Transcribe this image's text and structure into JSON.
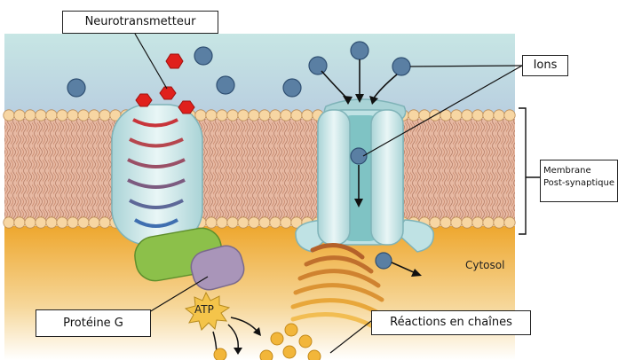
{
  "labels": {
    "neurotransmitter": "Neurotransmetteur",
    "ions": "Ions",
    "membrane_line1": "Membrane",
    "membrane_line2": "Post-synaptique",
    "cytosol": "Cytosol",
    "g_protein": "Protéine G",
    "atp": "ATP",
    "chain_reactions": "Réactions en chaînes"
  },
  "colors": {
    "extracellular": "#c6e3e3",
    "cytosol": "#f0b53a",
    "lipid_head": "#f7d6a3",
    "lipid_tail": "#e0a27d",
    "neurotransmitter": "#e0201c",
    "ion": "#5a7fa3",
    "receptor": "#cfe9ea",
    "g_protein": "#8cc04a",
    "effector": "#a995b9",
    "signal": "#e08a2a"
  }
}
